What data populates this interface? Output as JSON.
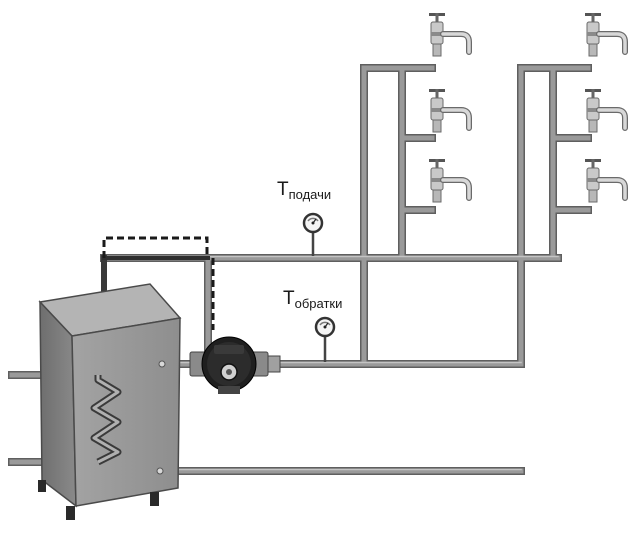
{
  "labels": {
    "supply_main": "T",
    "supply_sub": "подачи",
    "return_main": "T",
    "return_sub": "обратки"
  },
  "colors": {
    "pipe": "#8c8c8c",
    "pipe_outline": "#5f5f5f",
    "boiler_front": "#7a7a7a",
    "boiler_side": "#9a9a9a",
    "boiler_top": "#b4b4b4",
    "dashed_line": "#1a1a1a",
    "gauge_face": "#f4f4f4"
  },
  "icons": {
    "tap": "water-tap-icon",
    "gauge": "thermometer-gauge-icon",
    "pump": "circulation-pump-icon",
    "coil": "heat-exchanger-coil-icon"
  }
}
